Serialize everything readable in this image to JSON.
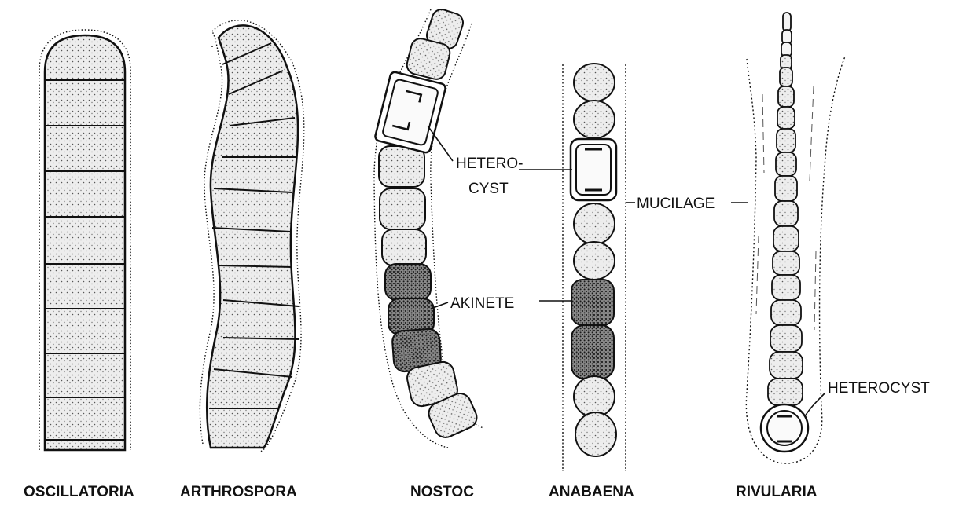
{
  "organisms": [
    {
      "name": "OSCILLATORIA"
    },
    {
      "name": "ARTHROSPORA"
    },
    {
      "name": "NOSTOC"
    },
    {
      "name": "ANABAENA"
    },
    {
      "name": "RIVULARIA"
    }
  ],
  "labels": {
    "heterocyst_top": "HETERO-",
    "heterocyst_bottom": "CYST",
    "akinete": "AKINETE",
    "mucilage": "MUCILAGE",
    "heterocyst_rivularia": "HETEROCYST"
  },
  "colors": {
    "ink": "#111111",
    "cell_fill": "#e2e2e2",
    "akinete_fill": "#5a5a5a",
    "heterocyst_fill": "#fafafa"
  }
}
